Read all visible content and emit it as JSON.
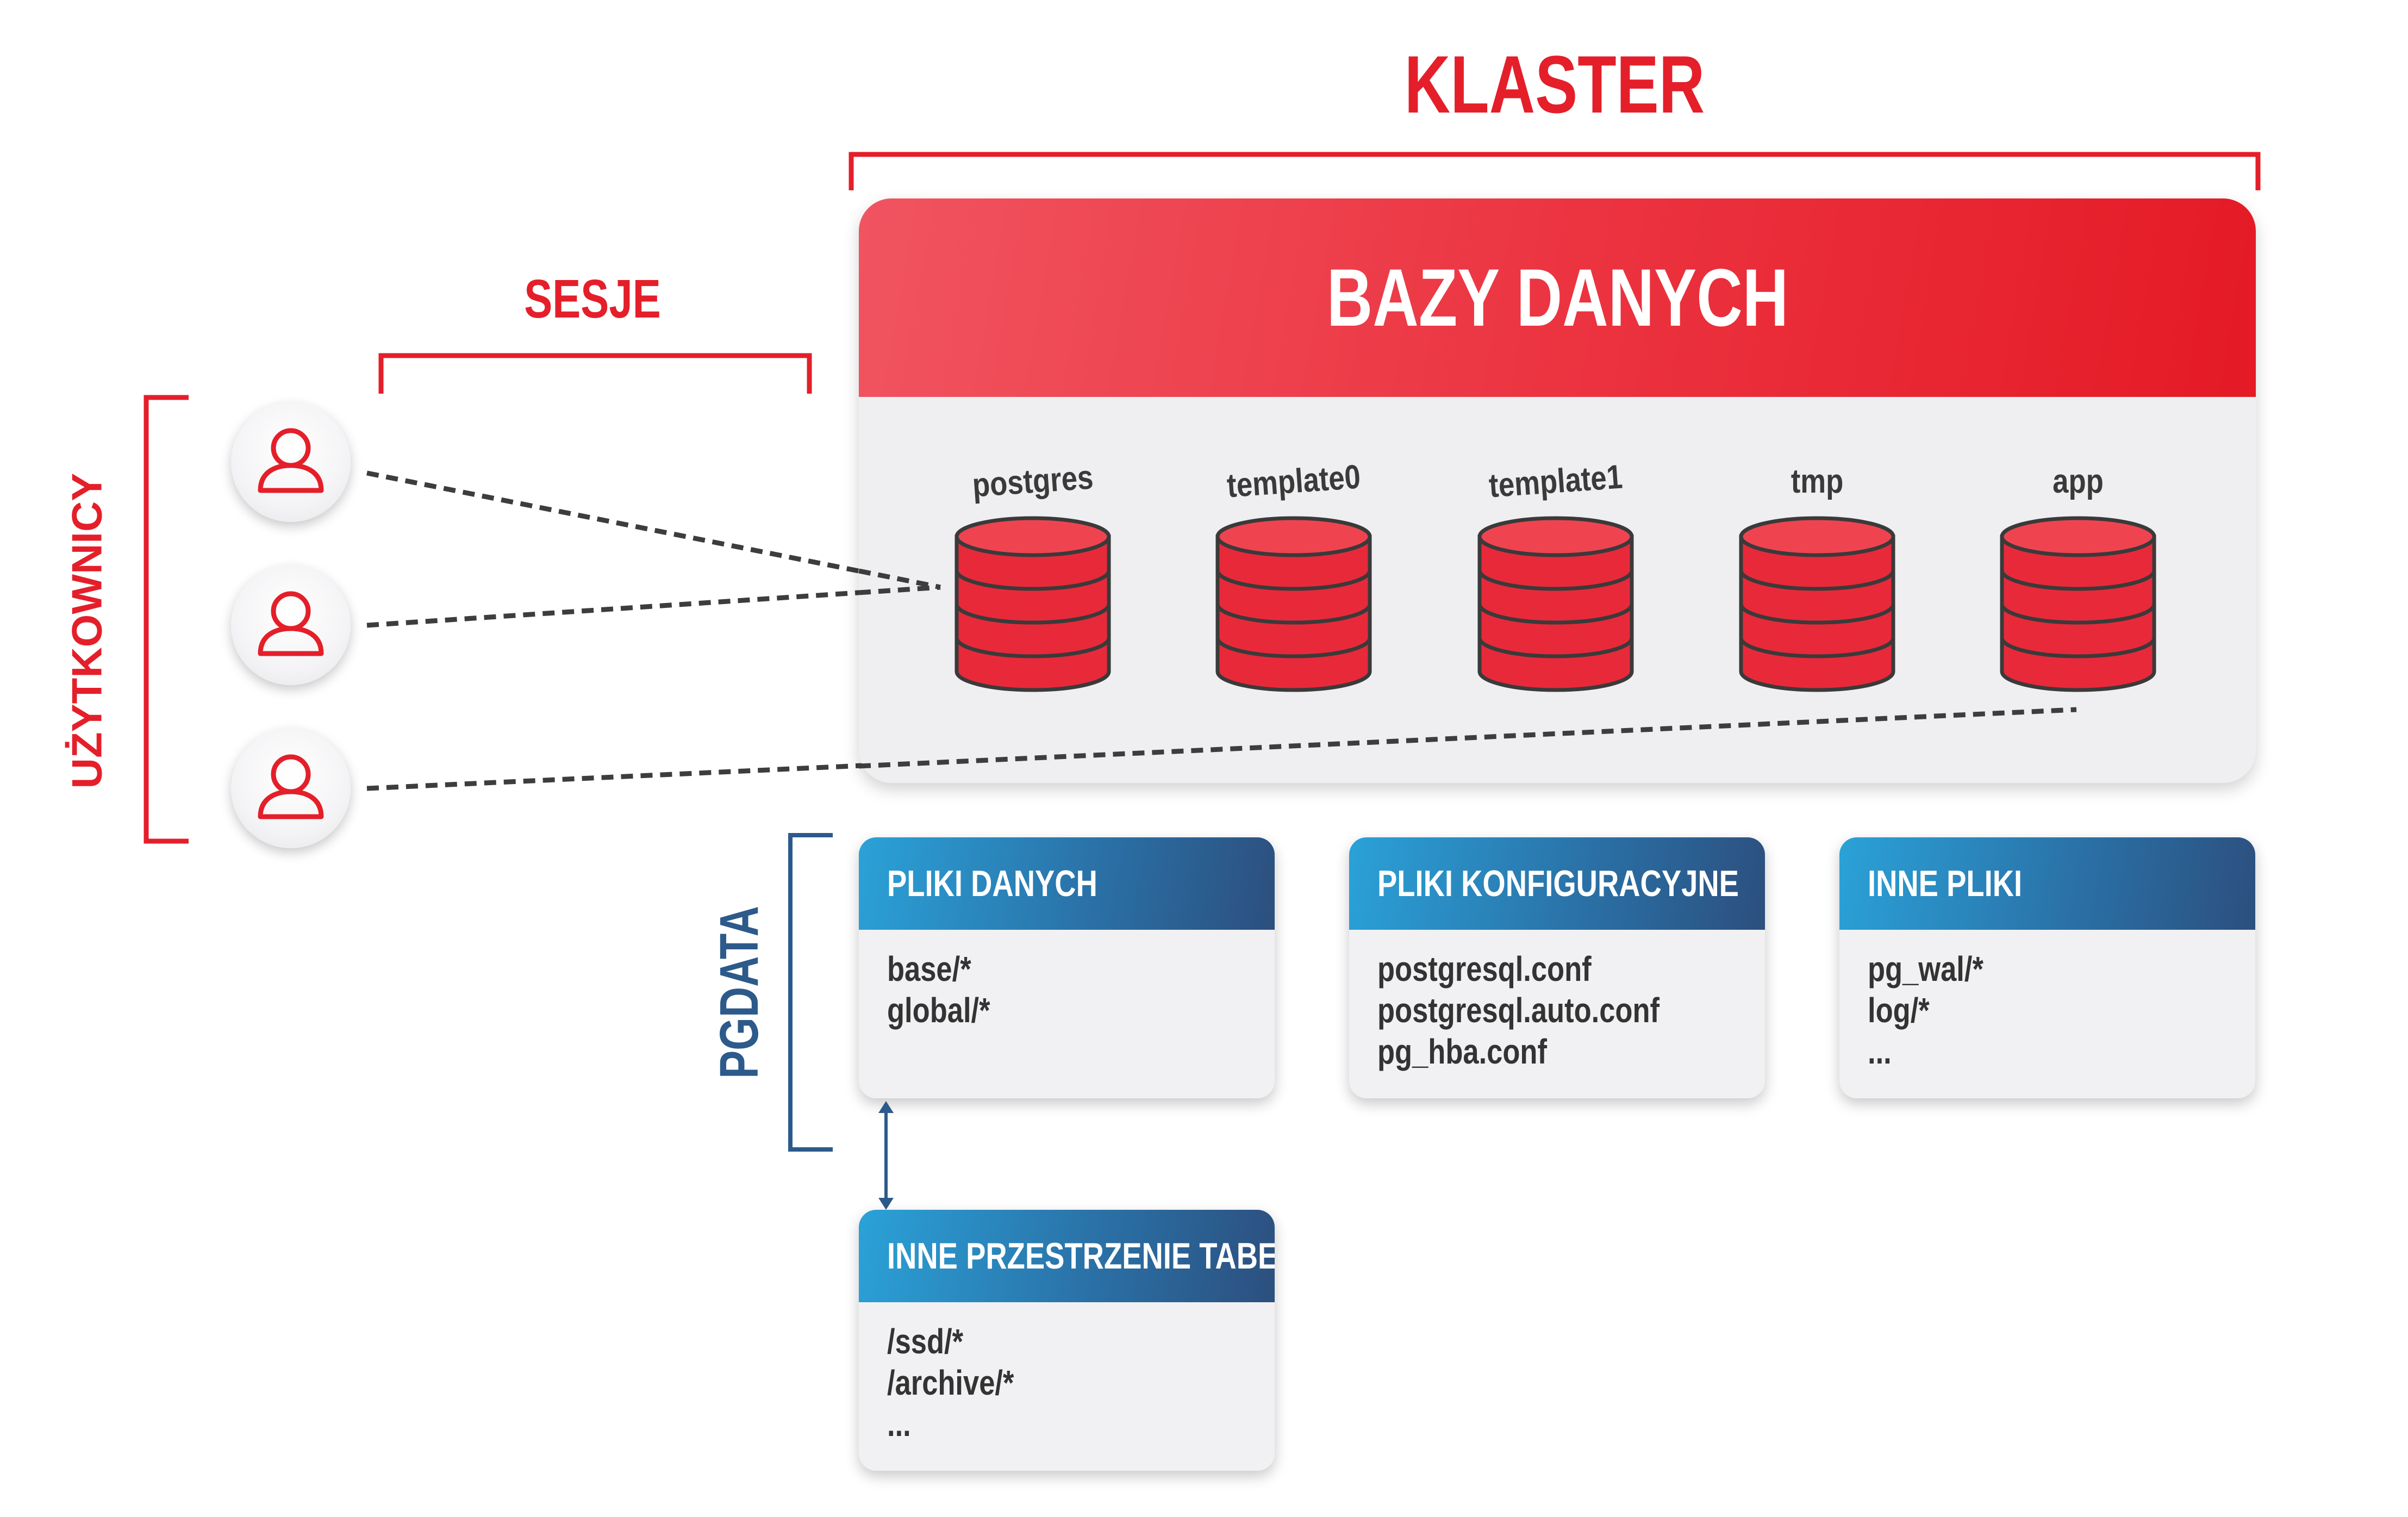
{
  "cluster_label": "KLASTER",
  "sessions_label": "SESJE",
  "users_label": "UŻYTKOWNICY",
  "pgdata_label": "PGDATA",
  "databases": {
    "header": "BAZY DANYCH",
    "items": [
      {
        "name": "postgres"
      },
      {
        "name": "template0"
      },
      {
        "name": "template1"
      },
      {
        "name": "tmp"
      },
      {
        "name": "app"
      }
    ]
  },
  "users": [
    {
      "icon": "user-icon"
    },
    {
      "icon": "user-icon"
    },
    {
      "icon": "user-icon"
    }
  ],
  "cards": {
    "data_files": {
      "title": "PLIKI DANYCH",
      "lines": [
        "base/*",
        "global/*"
      ]
    },
    "config_files": {
      "title": "PLIKI KONFIGURACYJNE",
      "lines": [
        "postgresql.conf",
        "postgresql.auto.conf",
        "pg_hba.conf"
      ]
    },
    "other_files": {
      "title": "INNE PLIKI",
      "lines": [
        "pg_wal/*",
        "log/*",
        "..."
      ]
    },
    "tablespaces": {
      "title": "INNE PRZESTRZENIE TABEL",
      "lines": [
        "/ssd/*",
        "/archive/*",
        "..."
      ]
    }
  },
  "colors": {
    "accent_red": "#e41f2a",
    "accent_blue": "#2c5a8a",
    "db_fill": "#e8293a"
  }
}
